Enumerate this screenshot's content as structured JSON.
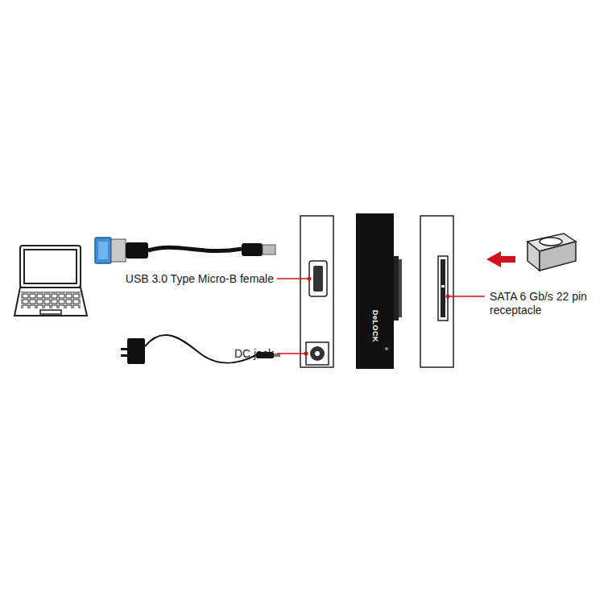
{
  "diagram": {
    "labels": [
      "USB 3.0 Type Micro-B female",
      "DC jack",
      "SATA 6 Gb/s 22 pin receptacle",
      "DeLOCK"
    ]
  }
}
